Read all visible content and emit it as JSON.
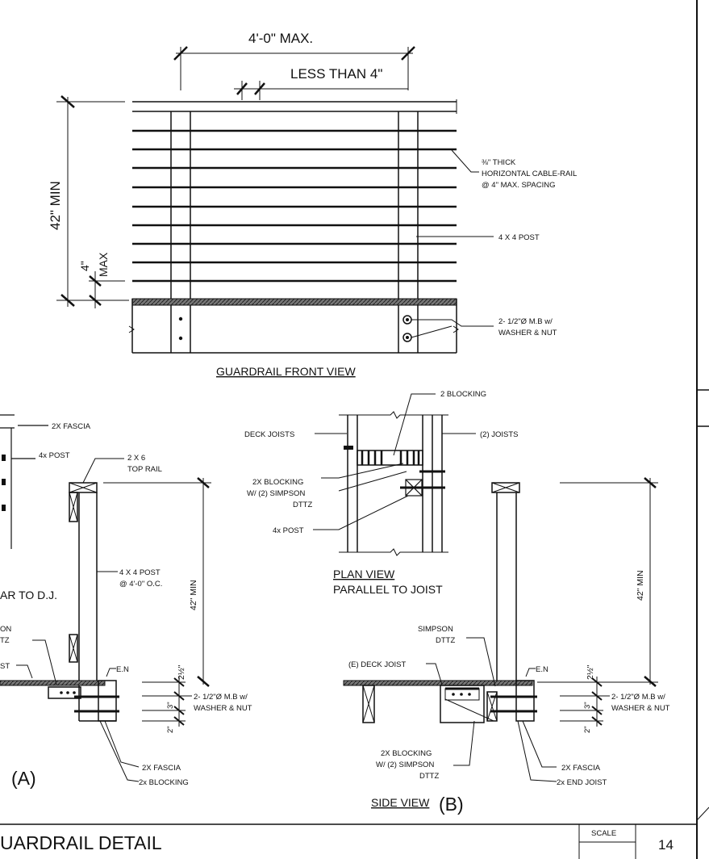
{
  "front_view": {
    "title": "GUARDRAIL FRONT VIEW",
    "dim_width": "4'-0\" MAX.",
    "dim_spacing": "LESS THAN 4\"",
    "dim_height": "42\" MIN",
    "dim_bottom_a": "4\"",
    "dim_bottom_b": "MAX",
    "note_cable": [
      "⅜\" THICK",
      "HORIZONTAL CABLE-RAIL",
      "@ 4\" MAX. SPACING"
    ],
    "note_post": "4 X 4 POST",
    "note_bolt": [
      "2- 1/2\"Ø M.B w/",
      "WASHER & NUT"
    ]
  },
  "plan_view": {
    "title": "PLAN VIEW",
    "subtitle": "PARALLEL TO JOIST",
    "left_view_title": "AR TO D.J.",
    "note_2_blocking": "2 BLOCKING",
    "note_deck_joists": "DECK JOISTS",
    "note_2_joists": "(2) JOISTS",
    "note_blocking": [
      "2X BLOCKING",
      "W/ (2) SIMPSON",
      "DTTZ"
    ],
    "note_post": "4x POST",
    "note_fascia": "2X FASCIA",
    "note_4x_post": "4x POST"
  },
  "side_a": {
    "label": "(A)",
    "note_top_rail": [
      "2 X 6",
      "TOP RAIL"
    ],
    "note_post": [
      "4 X 4 POST",
      "@ 4'-0\" O.C."
    ],
    "dim_42": "42\" MIN",
    "note_en": "E.N",
    "dim_2half": "2½\"",
    "dim_3": "3\"",
    "dim_2": "2\"",
    "note_bolt": [
      "2- 1/2\"Ø M.B w/",
      "WASHER & NUT"
    ],
    "note_fascia": "2X FASCIA",
    "note_blocking": "2x BLOCKING",
    "cut_left_1": "ON",
    "cut_left_2": "TZ",
    "cut_left_3": "ST"
  },
  "side_b": {
    "label": "(B)",
    "title": "SIDE VIEW",
    "note_simpson": [
      "SIMPSON",
      "DTTZ"
    ],
    "note_deck_joist": "(E) DECK JOIST",
    "note_en": "E.N",
    "dim_42": "42\" MIN",
    "dim_2half": "2½\"",
    "dim_3": "3\"",
    "dim_2": "2\"",
    "note_bolt": [
      "2- 1/2\"Ø M.B w/",
      "WASHER & NUT"
    ],
    "note_blocking": [
      "2X BLOCKING",
      "W/ (2) SIMPSON",
      "DTTZ"
    ],
    "note_fascia": "2X FASCIA",
    "note_end_joist": "2x END JOIST"
  },
  "title_block": {
    "title": "UARDRAIL DETAIL",
    "scale_label": "SCALE",
    "sheet_number": "14"
  }
}
